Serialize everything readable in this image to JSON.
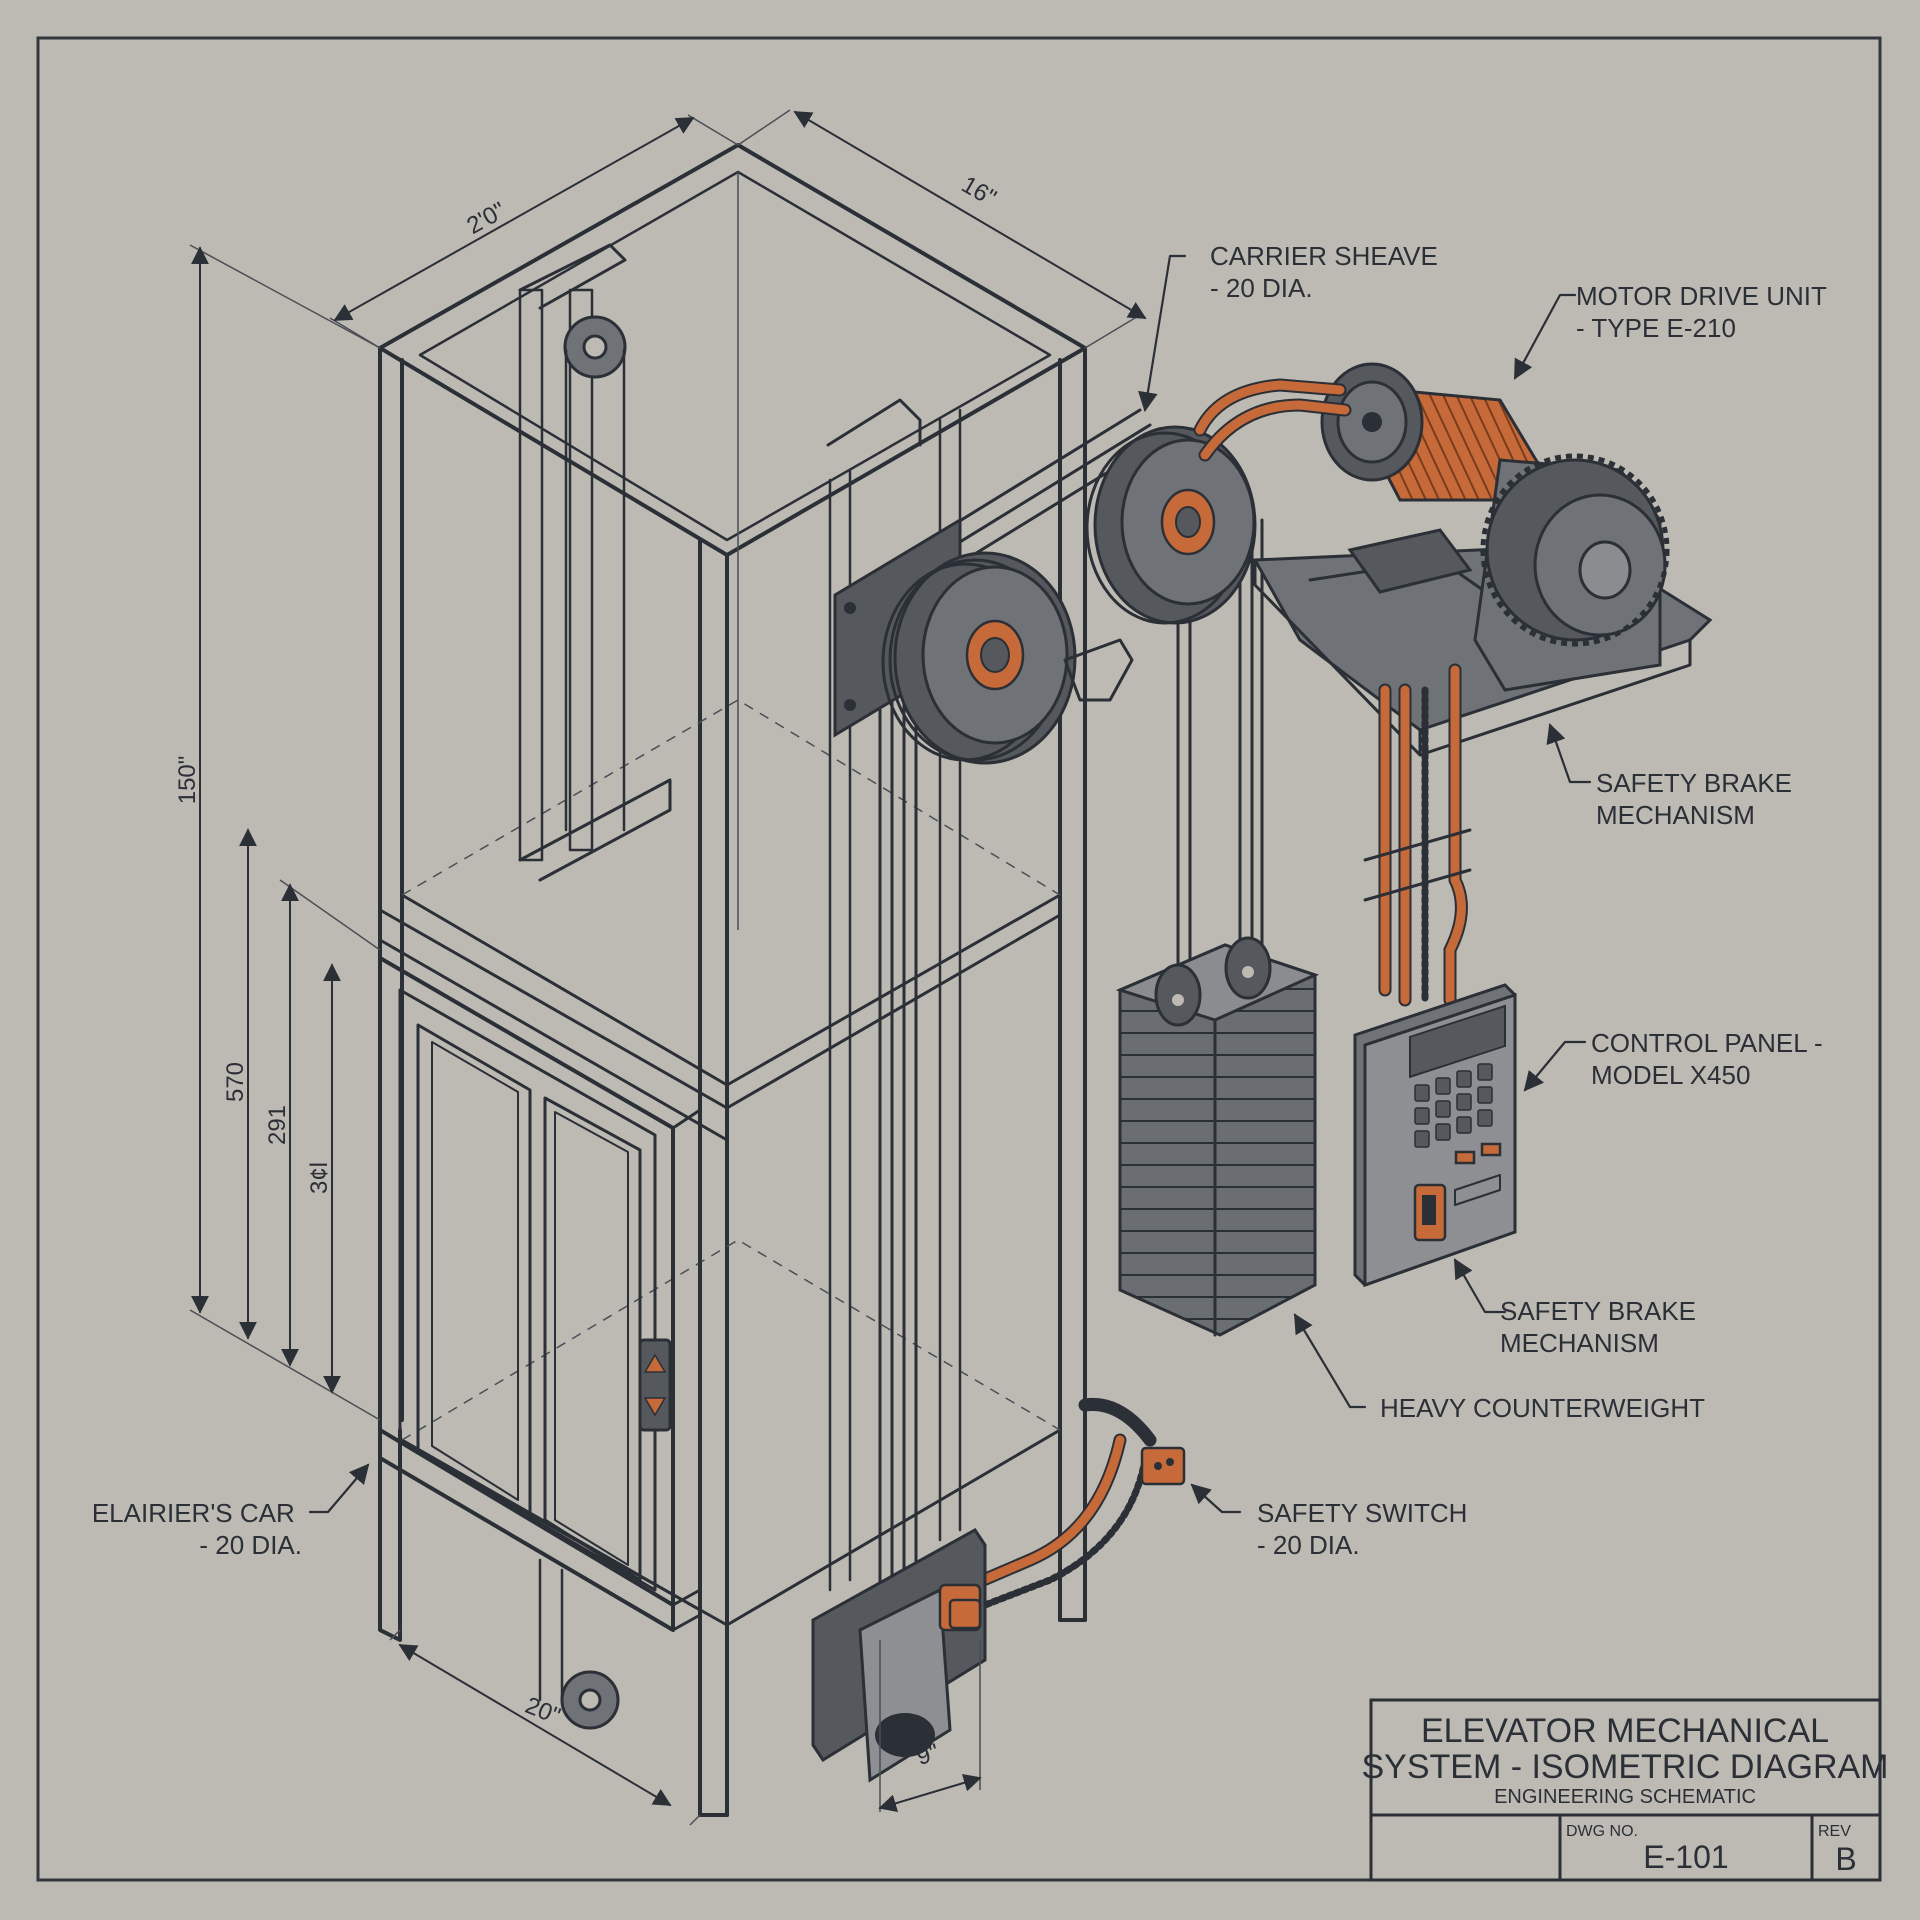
{
  "labels": {
    "carrier_sheave": [
      "CARRIER SHEAVE",
      "- 20 DIA."
    ],
    "motor_drive": [
      "MOTOR DRIVE UNIT",
      "- TYPE E-210"
    ],
    "safety_brake_upper": [
      "SAFETY BRAKE",
      "MECHANISM"
    ],
    "control_panel": [
      "CONTROL PANEL -",
      "MODEL X450"
    ],
    "safety_brake_lower": [
      "SAFETY BRAKE",
      "MECHANISM"
    ],
    "counterweight": "HEAVY COUNTERWEIGHT",
    "safety_switch": [
      "SAFETY SWITCH",
      "- 20 DIA."
    ],
    "car": [
      "ELAIRIER'S CAR",
      "- 20 DIA."
    ]
  },
  "dimensions": {
    "top_width": "2'0\"",
    "top_depth": "16\"",
    "height_total": "150\"",
    "h_570": "570",
    "h_291": "291",
    "h_341": "3¢l",
    "bottom_width": "20\"",
    "bottom_offset": "9\""
  },
  "title_block": {
    "title_line1": "ELEVATOR MECHANICAL",
    "title_line2": "SYSTEM - ISOMETRIC DIAGRAM",
    "subtitle": "ENGINEERING SCHEMATIC",
    "dwg_label": "DWG NO.",
    "dwg_no": "E-101",
    "rev_label": "REV",
    "rev": "B"
  },
  "colors": {
    "paper": "#bdbab4",
    "ink": "#2b2f36",
    "accent_copper": "#c76a3a",
    "steel": "#6f7277"
  }
}
